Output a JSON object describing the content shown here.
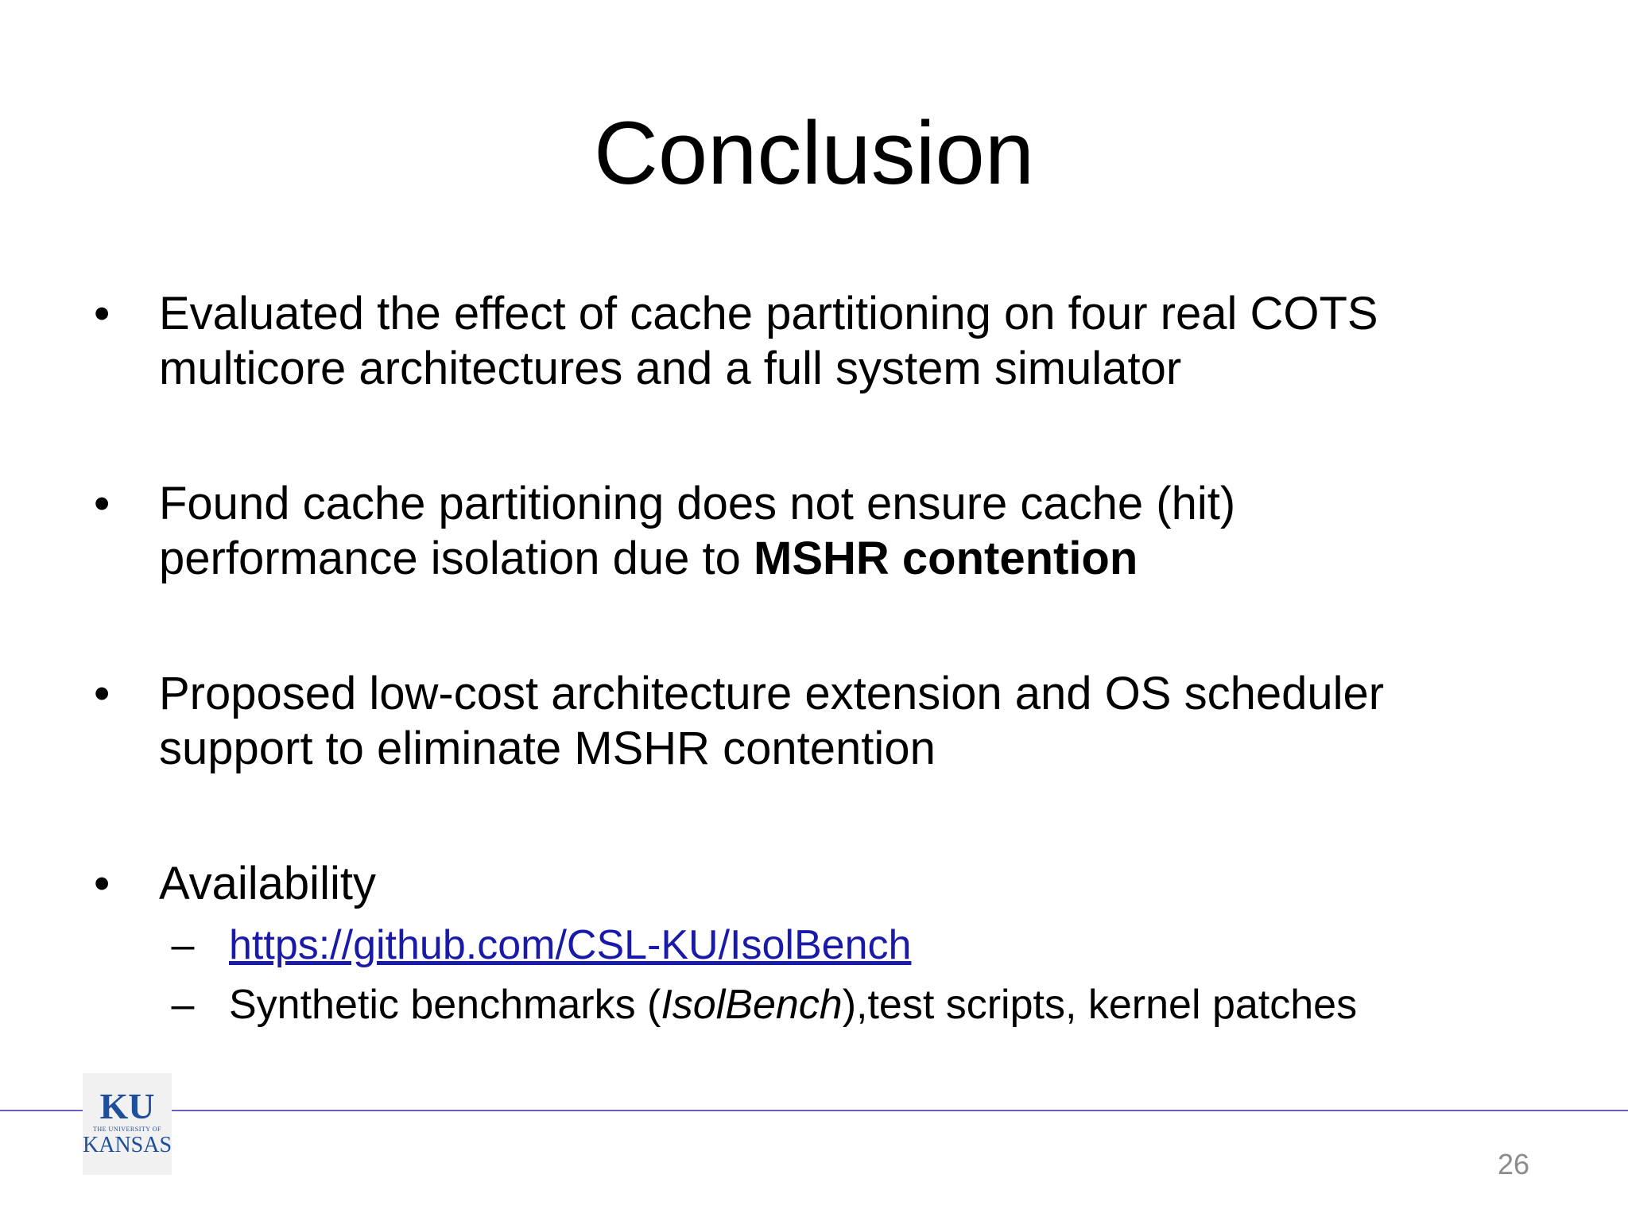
{
  "slide": {
    "title": "Conclusion",
    "bullets": [
      {
        "line1": "Evaluated the effect of cache partitioning on four real COTS",
        "line2": "multicore architectures and  a full system simulator"
      },
      {
        "line1": "Found cache partitioning does not ensure cache (hit)",
        "line2_prefix": "performance isolation due to ",
        "line2_bold": "MSHR contention"
      },
      {
        "line1": "Proposed low-cost architecture extension and OS scheduler",
        "line2": "support to eliminate MSHR contention"
      },
      {
        "line1": "Availability",
        "sub_items": [
          {
            "link_text": "https://github.com/CSL-KU/IsolBench"
          },
          {
            "prefix": "Synthetic benchmarks (",
            "italic": "IsolBench",
            "suffix": "),test scripts, kernel patches"
          }
        ]
      }
    ],
    "bullet_symbol": "•",
    "dash_symbol": "–",
    "page_number": "26"
  },
  "logo": {
    "letters": "KU",
    "small_text": "THE UNIVERSITY OF",
    "name": "KANSAS"
  },
  "colors": {
    "footer_line": "#6b5cc4",
    "link": "#1a1aa8",
    "logo": "#1f4e9c",
    "page_number": "#8c8c8c"
  },
  "icons": {
    "logo": "ku-logo-icon"
  }
}
